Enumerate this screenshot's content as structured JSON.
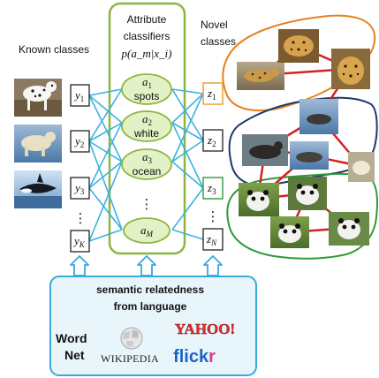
{
  "known_heading": "Known classes",
  "attribute_heading_1": "Attribute",
  "attribute_heading_2": "classifiers",
  "attribute_formula": "p(a_m|x_i)",
  "novel_heading_1": "Novel",
  "novel_heading_2": "classes",
  "known_classes": [
    {
      "letter": "y",
      "sub": "1"
    },
    {
      "letter": "y",
      "sub": "2"
    },
    {
      "letter": "y",
      "sub": "3"
    },
    {
      "letter": "y",
      "sub": "K"
    }
  ],
  "attributes": [
    {
      "letter": "a",
      "sub": "1",
      "word": "spots"
    },
    {
      "letter": "a",
      "sub": "2",
      "word": "white"
    },
    {
      "letter": "a",
      "sub": "3",
      "word": "ocean"
    },
    {
      "letter": "a",
      "sub": "M",
      "word": ""
    }
  ],
  "novel_classes": [
    {
      "letter": "z",
      "sub": "1"
    },
    {
      "letter": "z",
      "sub": "2"
    },
    {
      "letter": "z",
      "sub": "3"
    },
    {
      "letter": "z",
      "sub": "N"
    }
  ],
  "ellipsis": "⋮",
  "semantic_line_1": "semantic relatedness",
  "semantic_line_2": "from language",
  "sources": {
    "wordnet_1": "Word",
    "wordnet_2": "Net",
    "wikipedia": "WIKIPEDIA",
    "yahoo": "YAHOO!",
    "flickr_1": "flick",
    "flickr_2": "r"
  },
  "colors": {
    "known_link": "#3bb3e0",
    "attribute_box": "#8db640",
    "node_fill": "#e3f2c6",
    "novel_border": "#f0962a",
    "cluster_orange": "#e6811f",
    "cluster_navy": "#1f3a68",
    "cluster_green": "#2f9a37",
    "relation_line": "#d42222",
    "semantic_box": "#39a8dc",
    "semantic_fill": "#e8f6fc"
  }
}
